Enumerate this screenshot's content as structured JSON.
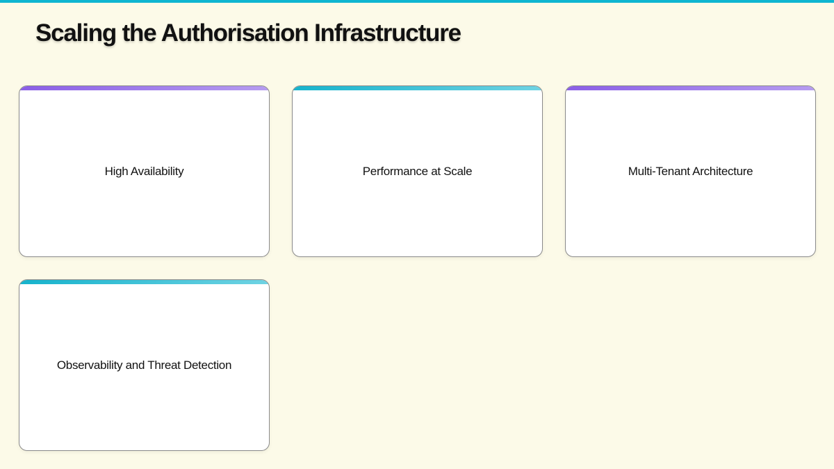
{
  "header": {
    "title": "Scaling the Authorisation Infrastructure"
  },
  "colors": {
    "top_bar": "#0fb5d1",
    "background": "#fcfae8",
    "accent_purple": "#8a5ee6",
    "accent_cyan": "#16b3cc"
  },
  "cards": [
    {
      "label": "High Availability",
      "accent": "purple"
    },
    {
      "label": "Performance at Scale",
      "accent": "cyan"
    },
    {
      "label": "Multi-Tenant Architecture",
      "accent": "purple"
    },
    {
      "label": "Observability and Threat Detection",
      "accent": "cyan"
    }
  ]
}
